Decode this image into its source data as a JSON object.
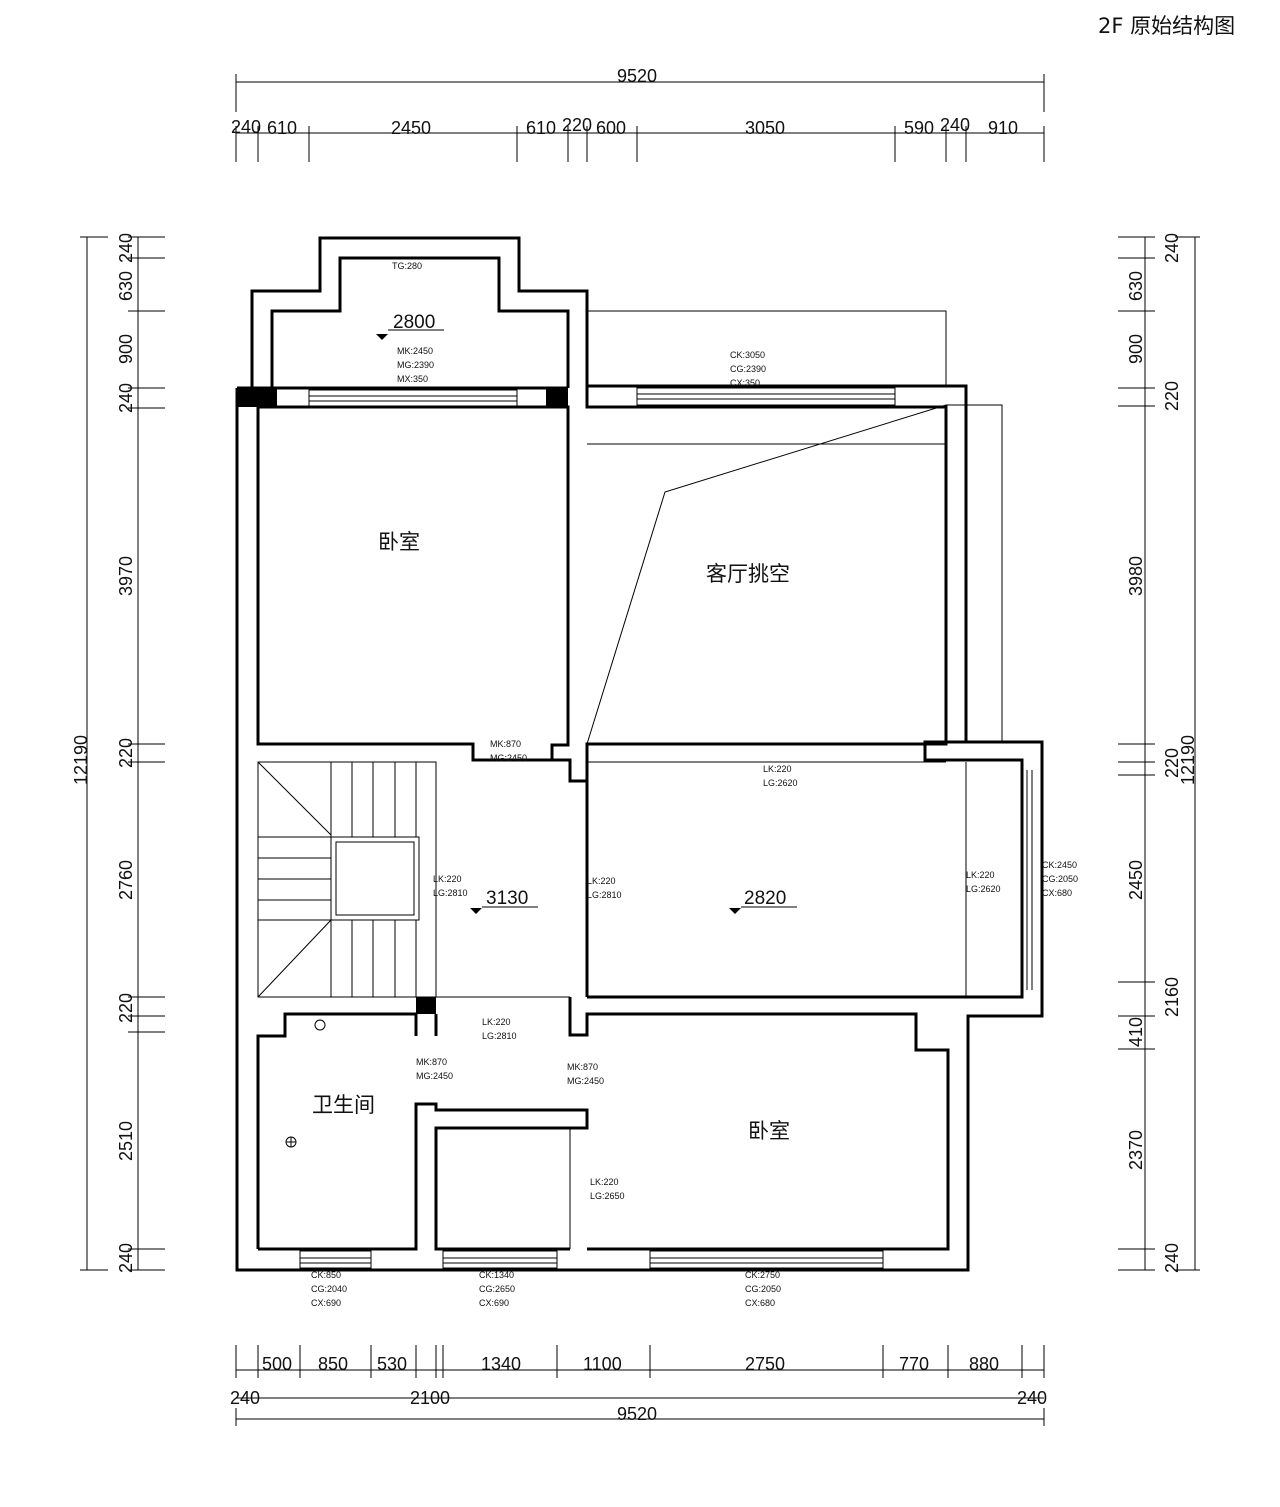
{
  "title": "2F 原始结构图",
  "rooms": {
    "bedroom_top": "卧室",
    "living_void": "客厅挑空",
    "bathroom": "卫生间",
    "bedroom_bottom": "卧室"
  },
  "levels": {
    "balcony": "2800",
    "hall": "3130",
    "mid": "2820"
  },
  "notes": {
    "tg": "TG:280",
    "balcony_mk": "MK:2450",
    "balcony_mg": "MG:2390",
    "balcony_mx": "MX:350",
    "void_ck": "CK:3050",
    "void_cg": "CG:2390",
    "void_cx": "CX:350",
    "door1_mk": "MK:870",
    "door1_mg": "MG:2450",
    "lk1": "LK:220",
    "lg1": "LG:2620",
    "lk2": "LK:220",
    "lg2": "LG:2810",
    "lk3": "LK:220",
    "lg3": "LG:2810",
    "lk4": "LK:220",
    "lg4": "LG:2620",
    "win_e_ck": "CK:2450",
    "win_e_cg": "CG:2050",
    "win_e_cx": "CX:680",
    "lk5": "LK:220",
    "lg5": "LG:2810",
    "door2_mk": "MK:870",
    "door2_mg": "MG:2450",
    "door3_mk": "MK:870",
    "door3_mg": "MG:2450",
    "lk6": "LK:220",
    "lg6": "LG:2650",
    "w1_ck": "CK:850",
    "w1_cg": "CG:2040",
    "w1_cx": "CX:690",
    "w2_ck": "CK:1340",
    "w2_cg": "CG:2650",
    "w2_cx": "CX:690",
    "w3_ck": "CK:2750",
    "w3_cg": "CG:2050",
    "w3_cx": "CX:680"
  },
  "dims": {
    "top_total": "9520",
    "top_segments": [
      "240",
      "610",
      "2450",
      "610",
      "220",
      "600",
      "3050",
      "590",
      "240",
      "910"
    ],
    "left_total": "12190",
    "left_segments": [
      "240",
      "630",
      "900",
      "240",
      "3970",
      "220",
      "2760",
      "220",
      "2510",
      "240"
    ],
    "right_total": "12190",
    "right_segments": [
      "240",
      "630",
      "900",
      "220",
      "3980",
      "220",
      "2450",
      "2160",
      "410",
      "2370",
      "240"
    ],
    "bottom_segments": [
      "500",
      "850",
      "530",
      "1340",
      "1100",
      "2750",
      "770",
      "880"
    ],
    "bottom_second": [
      "240",
      "2100",
      "240"
    ],
    "bottom_total": "9520"
  }
}
